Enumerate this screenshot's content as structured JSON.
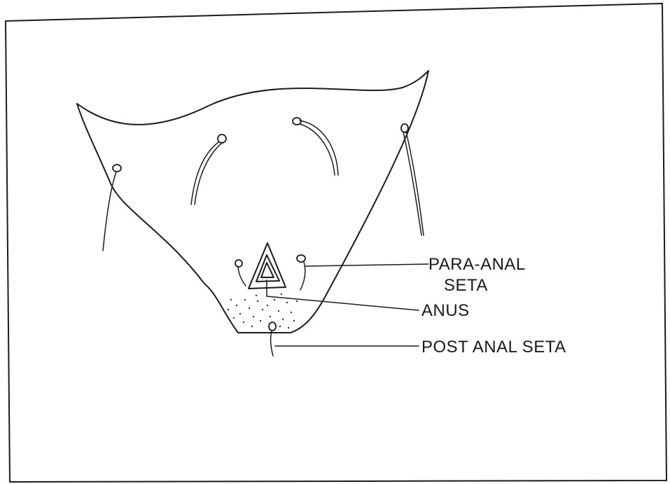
{
  "labels": {
    "para_anal_line1": "PARA-ANAL",
    "para_anal_line2": "SETA",
    "anus": "ANUS",
    "post_anal_seta": "POST ANAL SETA"
  }
}
